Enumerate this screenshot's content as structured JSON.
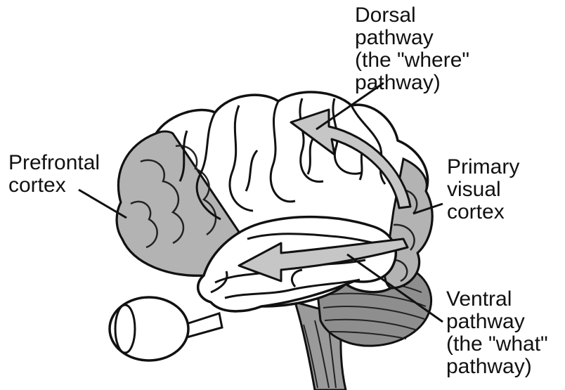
{
  "labels": {
    "dorsal": [
      "Dorsal",
      "pathway",
      "(the \"where\"",
      "pathway)"
    ],
    "prefrontal": [
      "Prefrontal",
      "cortex"
    ],
    "visual": [
      "Primary",
      "visual",
      "cortex"
    ],
    "ventral": [
      "Ventral",
      "pathway",
      "(the \"what\"",
      "pathway)"
    ]
  },
  "colors": {
    "outline": "#111111",
    "shaded_region": "#b3b3b3",
    "arrow_fill": "#c6c6c6",
    "background": "#ffffff"
  }
}
